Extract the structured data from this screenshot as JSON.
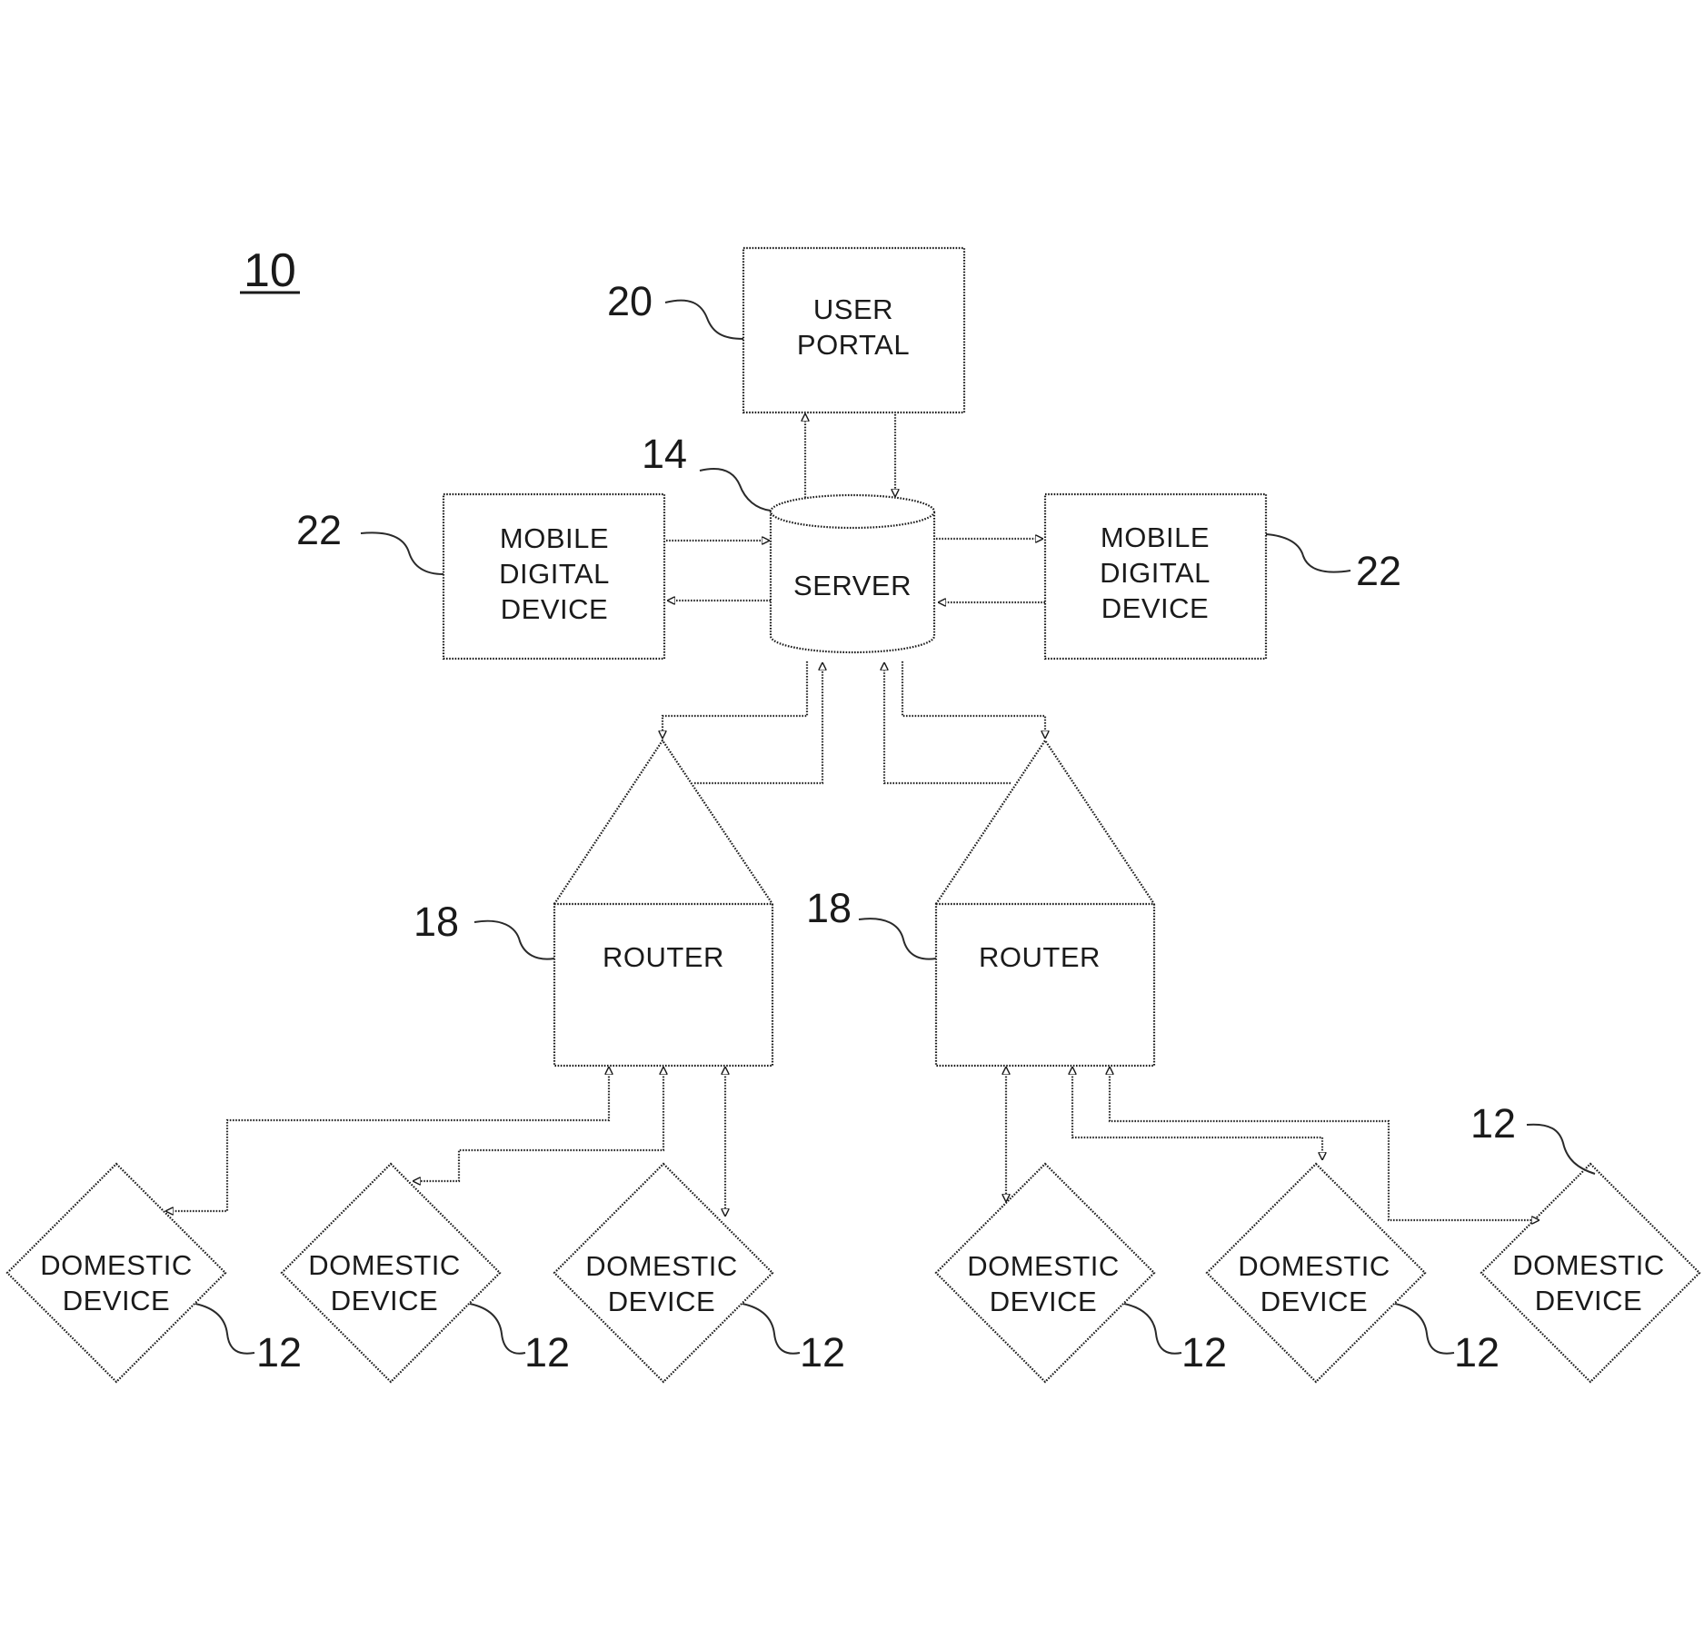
{
  "figure_ref": "10",
  "user_portal": {
    "line1": "USER",
    "line2": "PORTAL",
    "ref": "20"
  },
  "server": {
    "label": "SERVER",
    "ref": "14"
  },
  "mobile_left": {
    "line1": "MOBILE",
    "line2": "DIGITAL",
    "line3": "DEVICE",
    "ref": "22"
  },
  "mobile_right": {
    "line1": "MOBILE",
    "line2": "DIGITAL",
    "line3": "DEVICE",
    "ref": "22"
  },
  "router_left": {
    "label": "ROUTER",
    "ref": "18"
  },
  "router_right": {
    "label": "ROUTER",
    "ref": "18"
  },
  "domestic_devices": [
    {
      "line1": "DOMESTIC",
      "line2": "DEVICE",
      "ref": "12"
    },
    {
      "line1": "DOMESTIC",
      "line2": "DEVICE",
      "ref": "12"
    },
    {
      "line1": "DOMESTIC",
      "line2": "DEVICE",
      "ref": "12"
    },
    {
      "line1": "DOMESTIC",
      "line2": "DEVICE",
      "ref": "12"
    },
    {
      "line1": "DOMESTIC",
      "line2": "DEVICE",
      "ref": "12"
    },
    {
      "line1": "DOMESTIC",
      "line2": "DEVICE",
      "ref": "12"
    }
  ],
  "extra_device_ref": "12"
}
